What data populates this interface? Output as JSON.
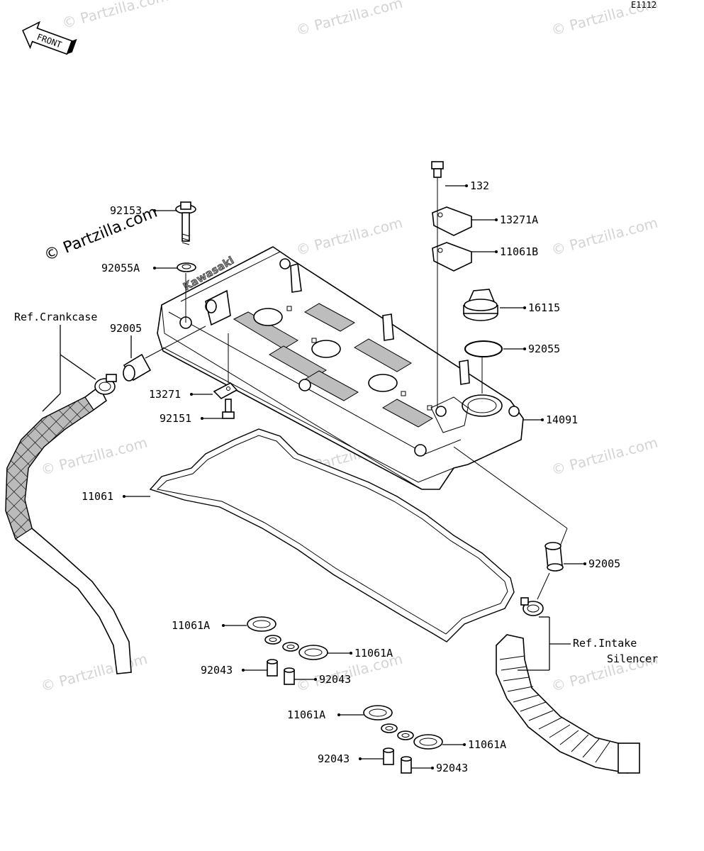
{
  "diagram_code": "E1112",
  "direction_label": "FRONT",
  "watermark": {
    "text": "© Partzilla.com",
    "prominent_text": "© Partzilla.com"
  },
  "cover_brand": "Kawasaki",
  "references": {
    "crankcase": "Ref.Crankcase",
    "intake_line1": "Ref.Intake",
    "intake_line2": "Silencer"
  },
  "callouts": {
    "bolt_132": "132",
    "plate_13271a": "13271A",
    "gasket_11061b": "11061B",
    "cap_16115": "16115",
    "oring_92055": "92055",
    "cover_14091": "14091",
    "hose_92005_right": "92005",
    "bolt_92153": "92153",
    "washer_92055a": "92055A",
    "hose_92005_left": "92005",
    "plate_13271": "13271",
    "bolt_92151": "92151",
    "gasket_11061": "11061",
    "gasket_11061a_1": "11061A",
    "gasket_11061a_2": "11061A",
    "collar_92043_1": "92043",
    "collar_92043_2": "92043",
    "gasket_11061a_3": "11061A",
    "gasket_11061a_4": "11061A",
    "collar_92043_3": "92043",
    "collar_92043_4": "92043"
  }
}
